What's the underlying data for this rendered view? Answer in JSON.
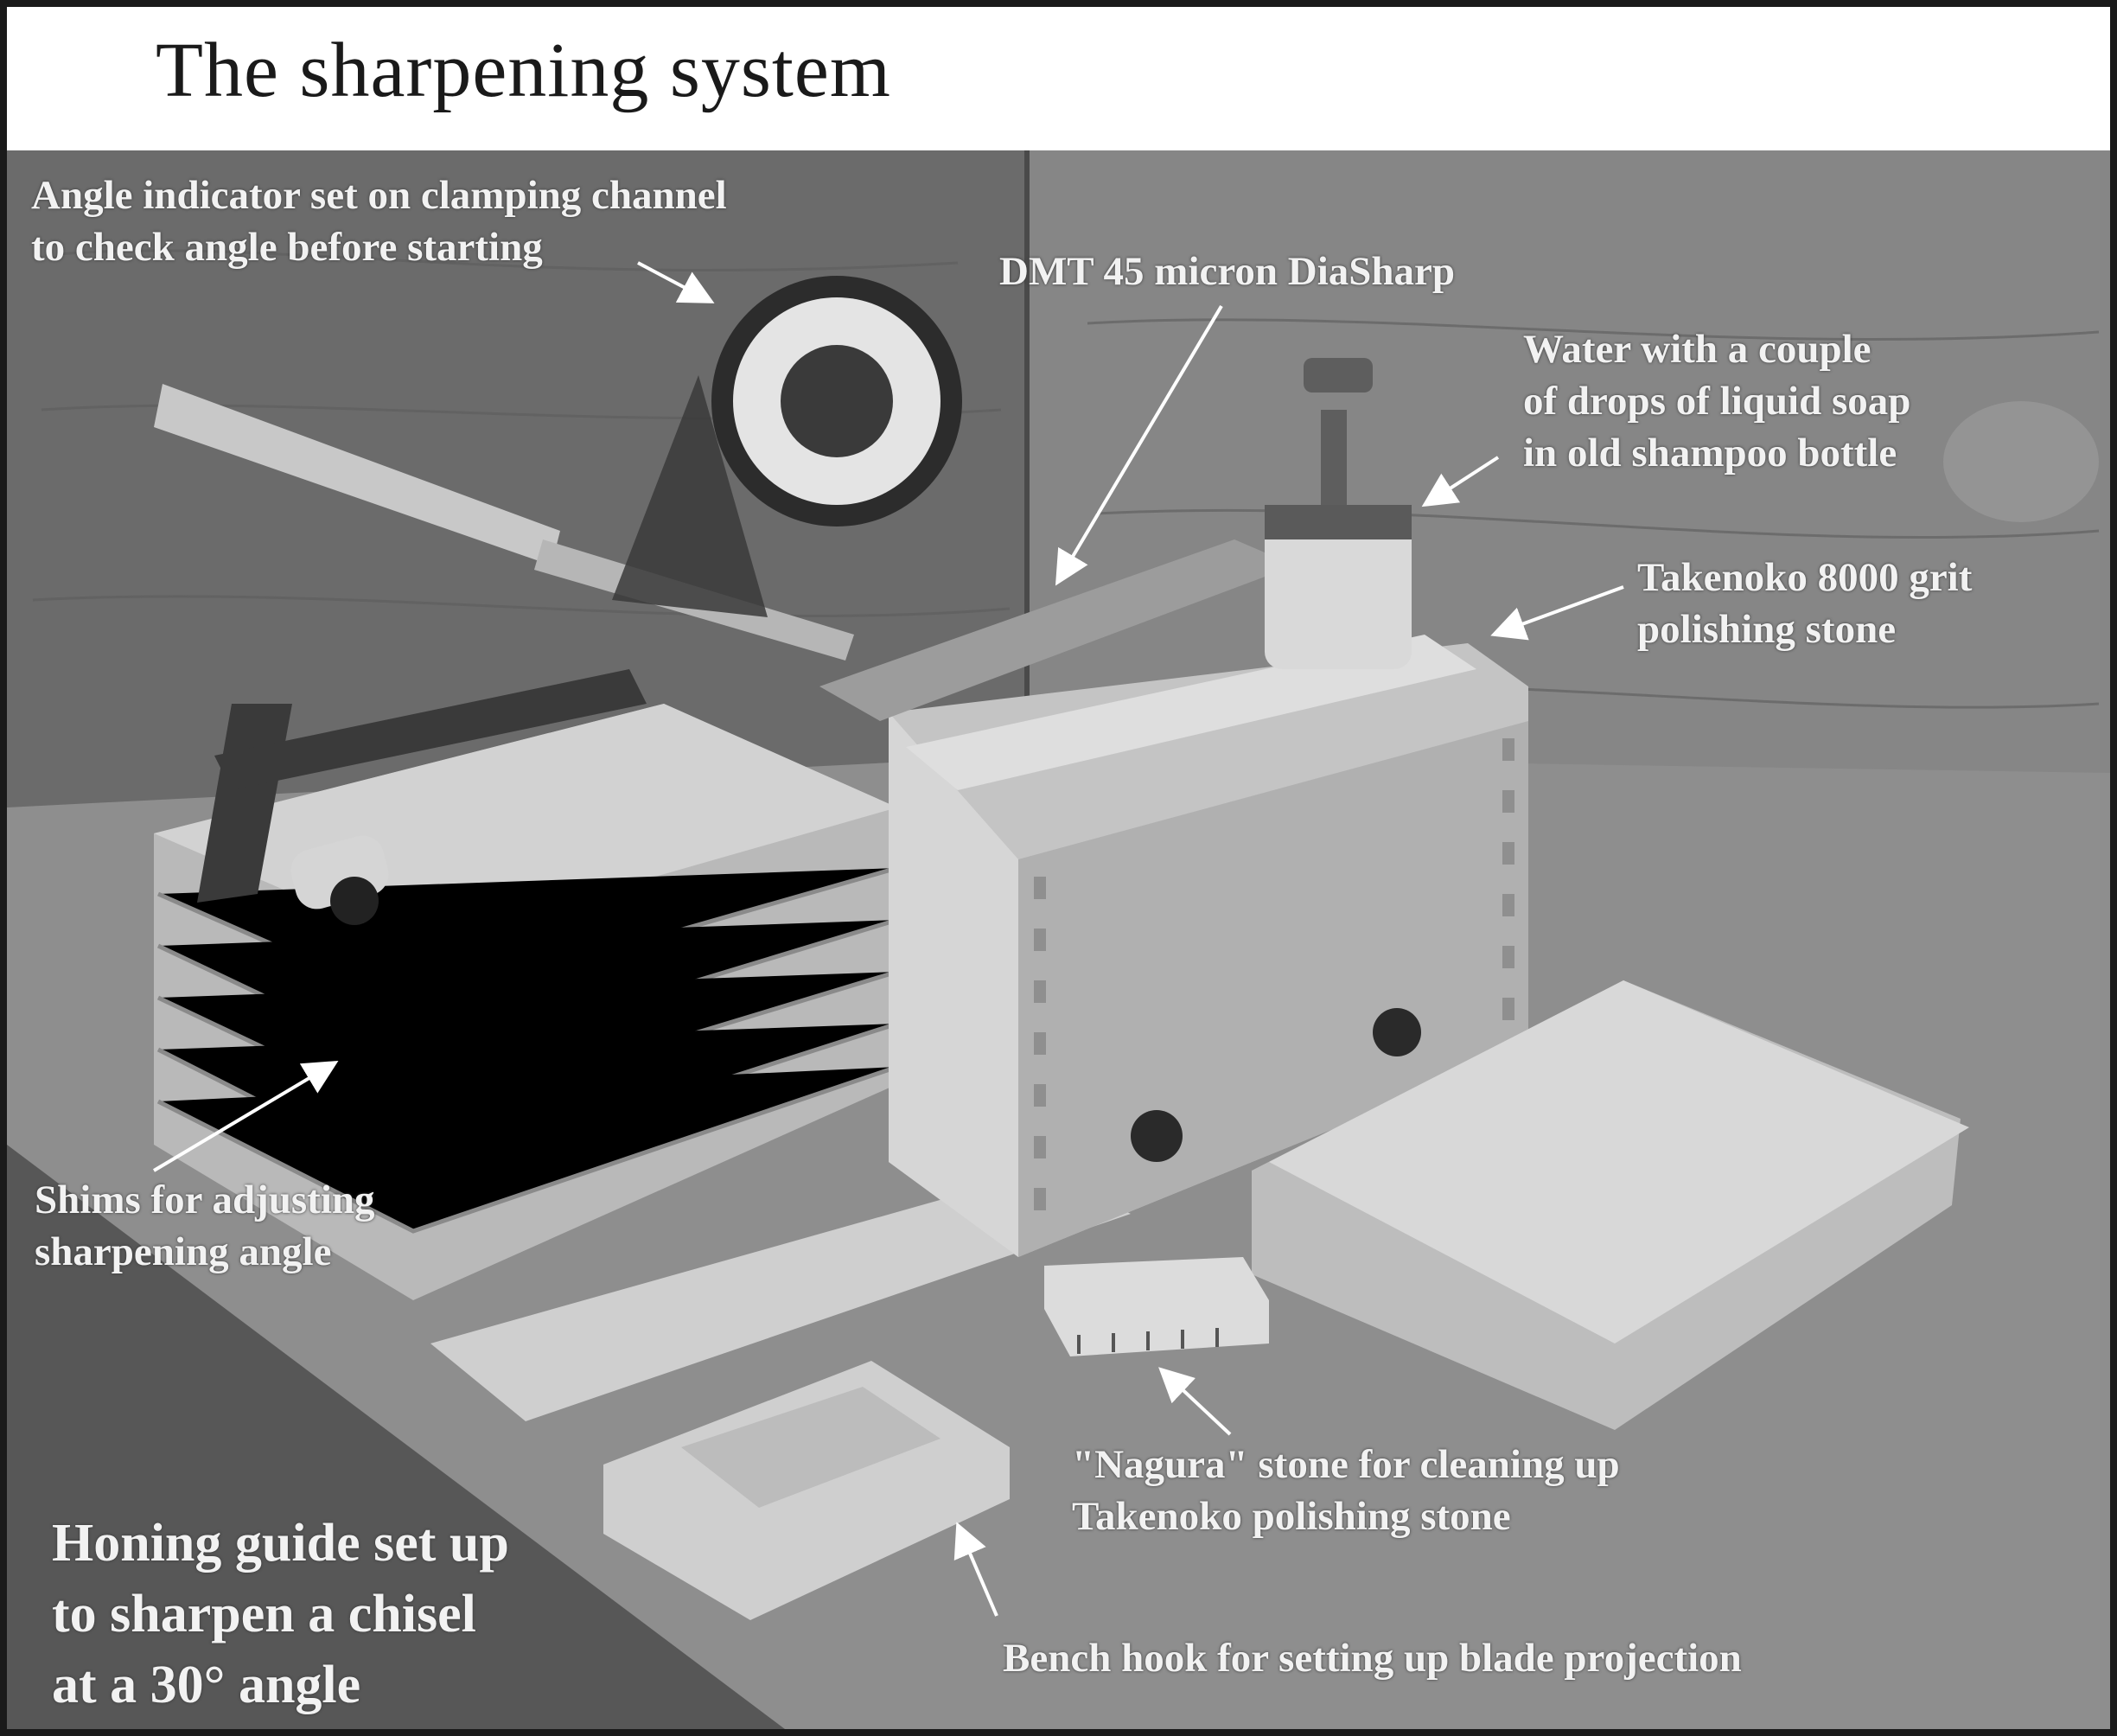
{
  "title": "The sharpening system",
  "labels": {
    "angle_indicator": [
      "Angle indicator set on clamping channel",
      "to check angle before starting"
    ],
    "dmt": [
      "DMT 45 micron DiaSharp"
    ],
    "water": [
      "Water with a couple",
      "of drops of liquid soap",
      "in old shampoo bottle"
    ],
    "takenoko": [
      "Takenoko 8000 grit",
      "polishing stone"
    ],
    "shims": [
      "Shims for adjusting",
      "sharpening angle"
    ],
    "nagura": [
      "\"Nagura\" stone for cleaning up",
      "Takenoko polishing stone"
    ],
    "bench_hook": [
      "Bench hook for setting up blade projection"
    ],
    "honing_guide": [
      "Honing guide set up",
      "to sharpen a chisel",
      "at  a 30° angle"
    ]
  },
  "colors": {
    "frame": "#1a1a1a",
    "title_band": "#ffffff",
    "label_text": "#f2f2f2"
  }
}
